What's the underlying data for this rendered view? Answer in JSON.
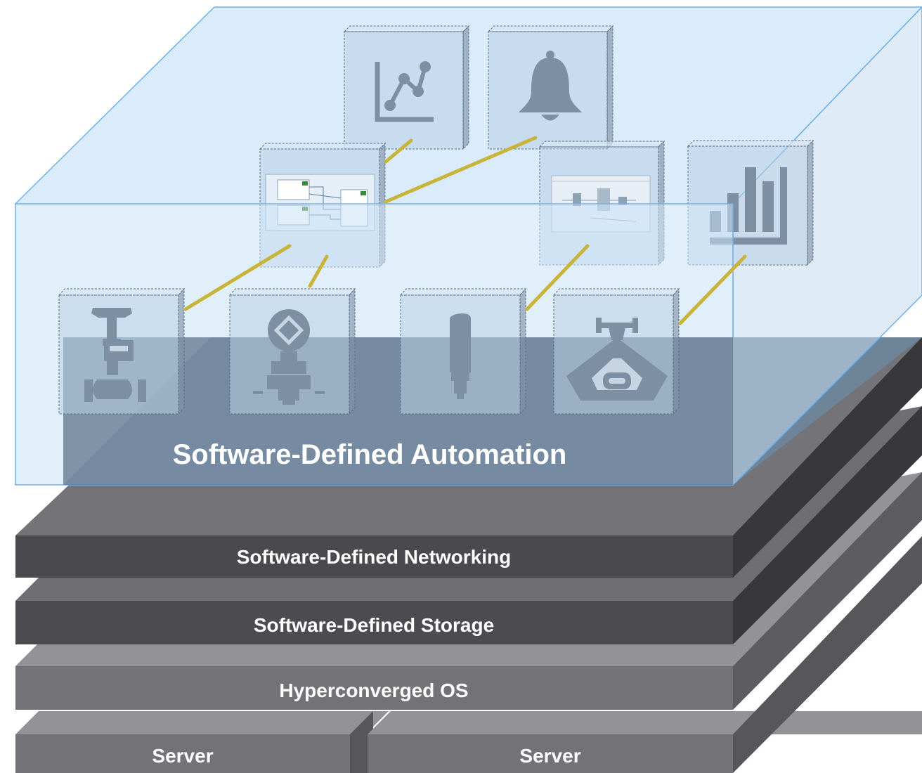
{
  "diagram": {
    "layers": {
      "automation": "Software-Defined Automation",
      "networking": "Software-Defined Networking",
      "storage": "Software-Defined Storage",
      "os": "Hyperconverged OS",
      "server_left": "Server",
      "server_right": "Server"
    },
    "nodes": [
      {
        "id": "trend",
        "icon": "line-chart-icon"
      },
      {
        "id": "alarm",
        "icon": "bell-icon"
      },
      {
        "id": "control-logic",
        "icon": "function-block-diagram-icon"
      },
      {
        "id": "hmi-graphic",
        "icon": "process-graphic-icon"
      },
      {
        "id": "reports",
        "icon": "bar-chart-icon"
      },
      {
        "id": "valve",
        "icon": "control-valve-icon"
      },
      {
        "id": "pressure-transmitter",
        "icon": "pressure-transmitter-icon"
      },
      {
        "id": "temperature-sensor",
        "icon": "temperature-probe-icon"
      },
      {
        "id": "flow-meter",
        "icon": "coriolis-flowmeter-icon"
      }
    ],
    "colors": {
      "automation_box": "#cfe5f8",
      "link": "#c9b43a",
      "dark_layer": "#4a4a4e",
      "mid_layer": "#6c6c70",
      "light_layer": "#8a8a8e"
    }
  }
}
